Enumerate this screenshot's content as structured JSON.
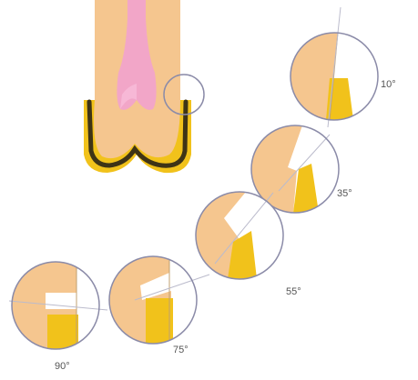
{
  "colors": {
    "tooth": "#F5C68F",
    "tooth_dark": "#E7B27A",
    "root_canal": "#F2A6C8",
    "enamel_gold": "#F1C21B",
    "enamel_dark": "#4D3B16",
    "outline": "#8B8BA8",
    "gingiva_band": "#3E3416"
  },
  "diagram": {
    "detail_circles": [
      {
        "label": "10°",
        "angle_deg": 10
      },
      {
        "label": "35°",
        "angle_deg": 35
      },
      {
        "label": "55°",
        "angle_deg": 55
      },
      {
        "label": "75°",
        "angle_deg": 75
      },
      {
        "label": "90°",
        "angle_deg": 90
      }
    ]
  }
}
